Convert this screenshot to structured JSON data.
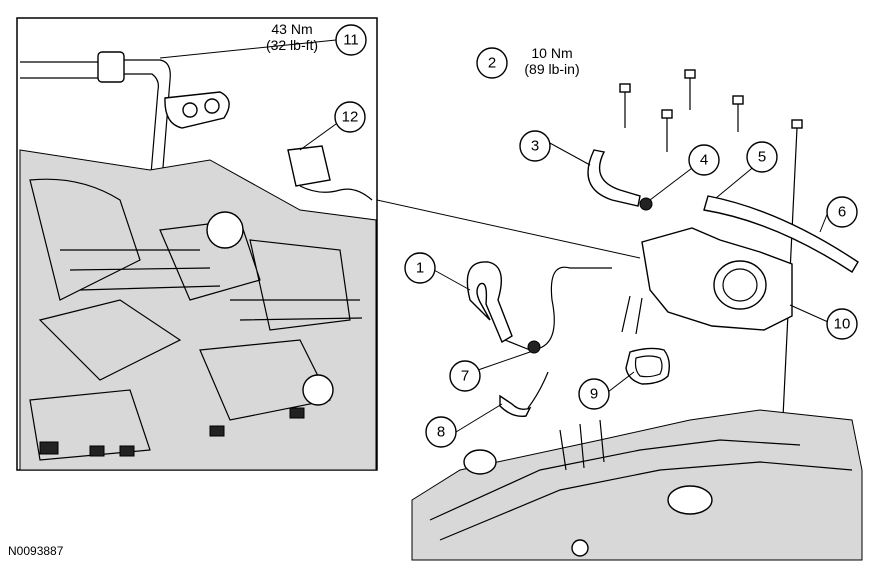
{
  "figure_id": "N0093887",
  "torque_specs": {
    "spec_2": {
      "nm": "10 Nm",
      "imperial": "(89 lb-in)"
    },
    "spec_11": {
      "nm": "43 Nm",
      "imperial": "(32 lb-ft)"
    }
  },
  "callouts": [
    "1",
    "2",
    "3",
    "4",
    "5",
    "6",
    "7",
    "8",
    "9",
    "10",
    "11",
    "12"
  ]
}
